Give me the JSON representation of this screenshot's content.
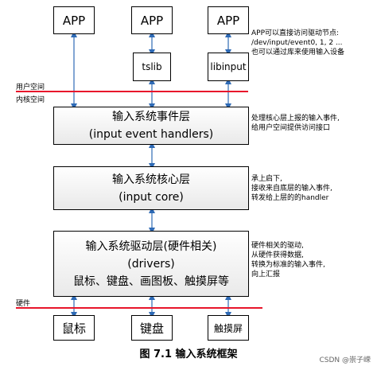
{
  "apps": [
    "APP",
    "APP",
    "APP"
  ],
  "libs": [
    "tslib",
    "libinput"
  ],
  "zones": {
    "user_space": "用户空间",
    "kernel_space": "内核空间",
    "hardware": "硬件"
  },
  "layers": {
    "handlers": {
      "line1": "输入系统事件层",
      "line2": "(input event handlers)"
    },
    "core": {
      "line1": "输入系统核心层",
      "line2": "(input core)"
    },
    "drivers": {
      "line1": "输入系统驱动层(硬件相关)",
      "line2": "(drivers)",
      "line3": "鼠标、键盘、画图板、触摸屏等"
    }
  },
  "devices": [
    "鼠标",
    "键盘",
    "触摸屏"
  ],
  "notes": {
    "app": [
      "APP可以直接访问驱动节点:",
      "/dev/input/event0, 1, 2 ...",
      "也可以通过库来使用输入设备"
    ],
    "handlers": [
      "处理核心层上报的输入事件,",
      "给用户空间提供访问接口"
    ],
    "core": [
      "承上启下,",
      "接收来自底层的输入事件,",
      "转发给上层的的handler"
    ],
    "drivers": [
      "硬件相关的驱动,",
      "从硬件获得数据,",
      "转换为标准的输入事件,",
      "向上汇报"
    ]
  },
  "caption": "图 7.1 输入系统框架",
  "watermark": "CSDN @崇子嵘",
  "colors": {
    "arrow": "#2e6ab5",
    "divider": "#e8152b"
  }
}
